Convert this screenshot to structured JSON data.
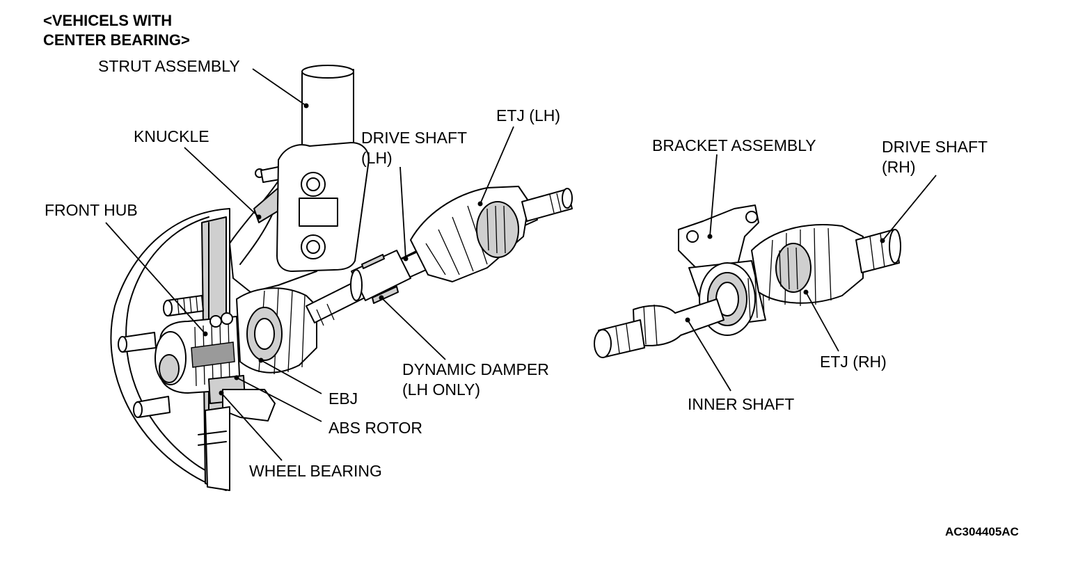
{
  "header": {
    "line1": "<VEHICELS WITH",
    "line2": "CENTER BEARING>"
  },
  "labels": {
    "strut_assembly": "STRUT ASSEMBLY",
    "knuckle": "KNUCKLE",
    "front_hub": "FRONT HUB",
    "drive_shaft_lh_line1": "DRIVE SHAFT",
    "drive_shaft_lh_line2": "(LH)",
    "etj_lh": "ETJ (LH)",
    "bracket_assembly": "BRACKET ASSEMBLY",
    "drive_shaft_rh_line1": "DRIVE SHAFT",
    "drive_shaft_rh_line2": "(RH)",
    "dynamic_damper_line1": "DYNAMIC DAMPER",
    "dynamic_damper_line2": "(LH ONLY)",
    "ebj": "EBJ",
    "abs_rotor": "ABS ROTOR",
    "wheel_bearing": "WHEEL BEARING",
    "inner_shaft": "INNER SHAFT",
    "etj_rh": "ETJ (RH)"
  },
  "figure_code": "AC304405AC"
}
